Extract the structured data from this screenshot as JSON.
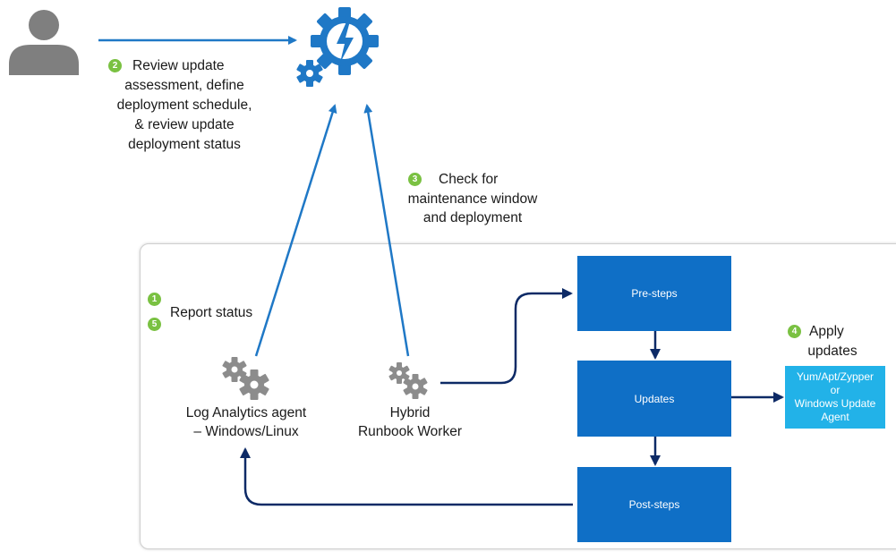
{
  "colors": {
    "arrow_light": "#1f78c6",
    "arrow_dark": "#0d2a66",
    "step_box": "#0f6fc6",
    "target_box": "#22b2e8",
    "badge": "#7ac142",
    "gear_gray": "#8c8c8c",
    "user_gray": "#7f7f7f"
  },
  "icons": {
    "user": "person-silhouette-icon",
    "automation": "gear-lightning-icon",
    "agent": "gears-icon",
    "worker": "gears-icon"
  },
  "step2": {
    "badge": "2",
    "lines": [
      "Review update",
      "assessment, define",
      "deployment schedule,",
      "& review update",
      "deployment status"
    ]
  },
  "step3": {
    "badge": "3",
    "lines": [
      "Check for",
      "maintenance window",
      "and deployment"
    ]
  },
  "report": {
    "badge_a": "1",
    "badge_b": "5",
    "label": "Report status"
  },
  "agent": {
    "lines": [
      "Log Analytics agent",
      "– Windows/Linux"
    ]
  },
  "worker": {
    "lines": [
      "Hybrid",
      "Runbook Worker"
    ]
  },
  "steps": {
    "pre": "Pre-steps",
    "updates": "Updates",
    "post": "Post-steps"
  },
  "step4": {
    "badge": "4",
    "lines": [
      "Apply",
      "updates"
    ]
  },
  "target": {
    "lines": [
      "Yum/Apt/Zypper",
      "or",
      "Windows Update",
      "Agent"
    ]
  }
}
